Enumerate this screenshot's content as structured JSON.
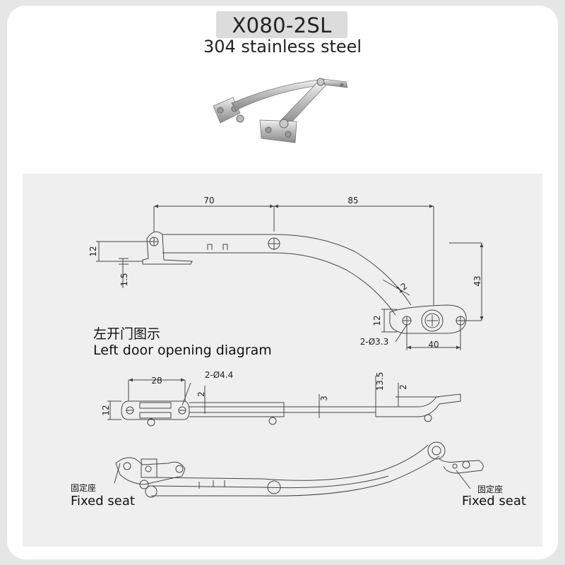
{
  "header": {
    "model": "X080-2SL",
    "material": "304 stainless steel"
  },
  "diagram": {
    "dims_top": {
      "d70": "70",
      "d85": "85",
      "d12_left": "12",
      "d1_5": "1.5",
      "d12_arm": "12",
      "d43": "43",
      "d12_right": "12",
      "hole_label": "2-Ø3.3",
      "d40": "40"
    },
    "caption": {
      "cn": "左开门图示",
      "en": "Left door opening diagram"
    },
    "dims_middle": {
      "d28": "28",
      "hole_label": "2-Ø4.4",
      "d12": "12",
      "d2_left": "2",
      "d3": "3",
      "d13_5": "13.5",
      "d2_right": "2"
    },
    "fixed_seat": {
      "left_cn": "固定座",
      "left_en": "Fixed seat",
      "right_cn": "固定座",
      "right_en": "Fixed seat"
    }
  }
}
